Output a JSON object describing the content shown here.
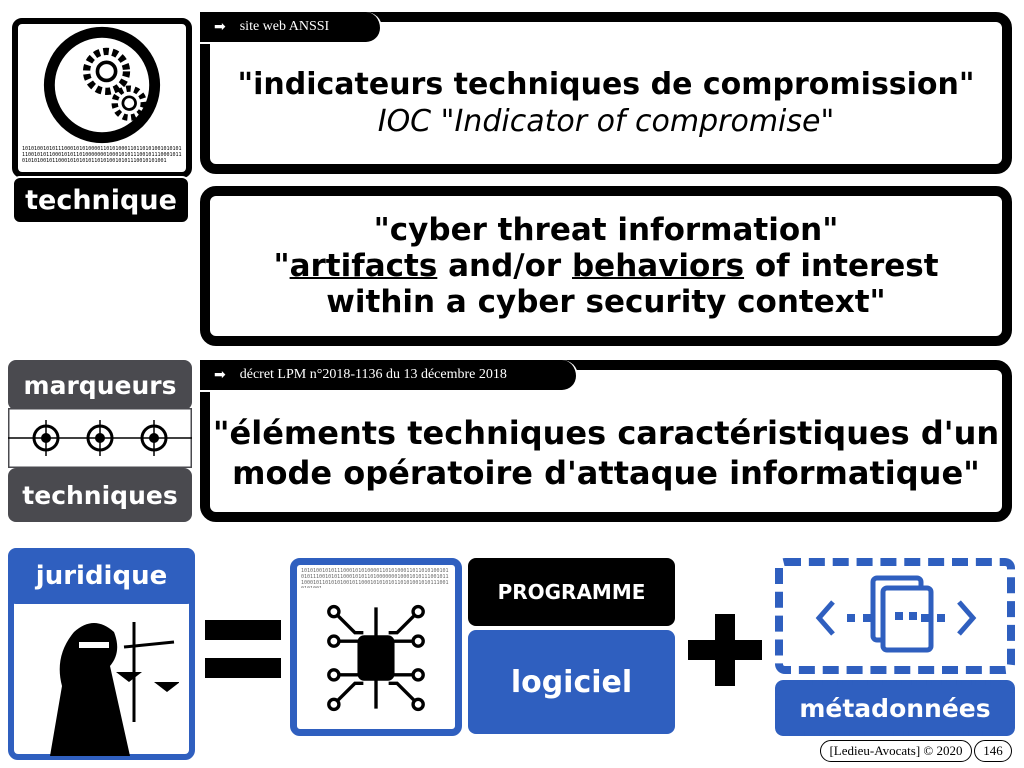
{
  "technique": {
    "label": "technique",
    "binary": "1010100101011100010101000011010100011011010100101010111001010110001010110100000001000101011100101110001011010101001011000101010101101010010101110010101001"
  },
  "box1": {
    "source_tab": "site web ANSSI",
    "line1": "\"indicateurs techniques de compromission\"",
    "line2": "IOC \"Indicator of compromise\""
  },
  "box2": {
    "line1": "\"cyber threat information\"",
    "line2_pre": "\"",
    "line2_u1": "artifacts",
    "line2_mid": " and/or ",
    "line2_u2": "behaviors",
    "line2_post": " of interest",
    "line3": "within a cyber security context\""
  },
  "marqueurs": {
    "top": "marqueurs",
    "bottom": "techniques"
  },
  "box3": {
    "source_tab": "décret LPM n°2018-1136  du 13 décembre 2018",
    "line1": "\"éléments techniques caractéristiques d'un",
    "line2": "mode opératoire d'attaque informatique\""
  },
  "bottom": {
    "juridique": "juridique",
    "equals": "=",
    "programme": "PROGRAMME",
    "logiciel": "logiciel",
    "plus": "+",
    "metadonnees": "métadonnées"
  },
  "footer": {
    "credit": "[Ledieu-Avocats] © 2020",
    "page": "146"
  },
  "colors": {
    "blue": "#2f5fbf",
    "gray": "#4a4a4f"
  }
}
